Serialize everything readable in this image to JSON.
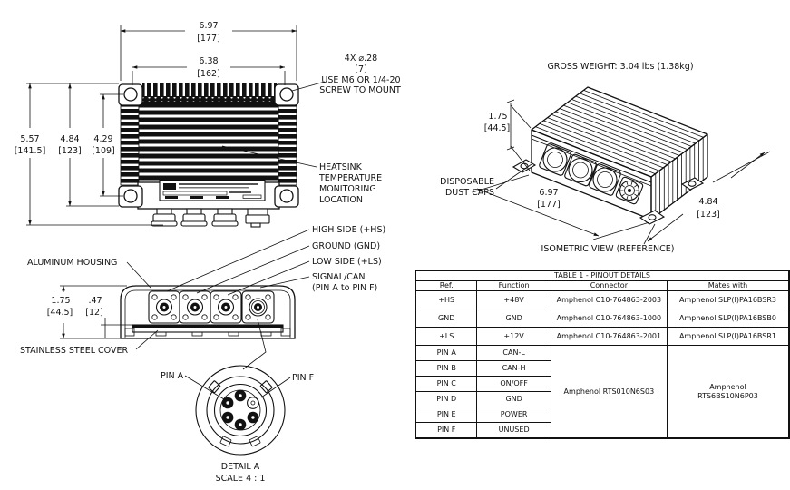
{
  "front_view": {
    "dim_width_in": "6.97",
    "dim_width_mm": "[177]",
    "dim_width_holes_in": "6.38",
    "dim_width_holes_mm": "[162]",
    "dim_height_in": "5.57",
    "dim_height_mm": "[141.5]",
    "dim_height_body_in": "4.84",
    "dim_height_body_mm": "[123]",
    "dim_height_holes_in": "4.29",
    "dim_height_holes_mm": "[109]",
    "mount_note_1": "4X ⌀.28",
    "mount_note_2": "[7]",
    "mount_note_3": "USE M6 OR 1/4-20",
    "mount_note_4": "SCREW TO MOUNT",
    "heatsink_note_1": "HEATSINK",
    "heatsink_note_2": "TEMPERATURE",
    "heatsink_note_3": "MONITORING",
    "heatsink_note_4": "LOCATION"
  },
  "isometric_view": {
    "gross_weight": "GROSS WEIGHT: 3.04 lbs (1.38kg)",
    "caption": "ISOMETRIC VIEW (REFERENCE)",
    "dim_height_in": "1.75",
    "dim_height_mm": "[44.5]",
    "dim_length_in": "6.97",
    "dim_length_mm": "[177]",
    "dim_width_in": "4.84",
    "dim_width_mm": "[123]",
    "dust_caps_1": "DISPOSABLE",
    "dust_caps_2": "DUST CAPS"
  },
  "side_view": {
    "dim_height_in": "1.75",
    "dim_height_mm": "[44.5]",
    "dim_cover_in": ".47",
    "dim_cover_mm": "[12]",
    "label_housing": "ALUMINUM HOUSING",
    "label_cover": "STAINLESS STEEL COVER",
    "label_high_side": "HIGH SIDE (+HS)",
    "label_ground": "GROUND (GND)",
    "label_low_side": "LOW SIDE (+LS)",
    "label_signal_1": "SIGNAL/CAN",
    "label_signal_2": "(PIN A to PIN F)"
  },
  "detail_a": {
    "pin_a": "PIN A",
    "pin_f": "PIN F",
    "title": "DETAIL A",
    "scale": "SCALE 4 : 1"
  },
  "pinout_table": {
    "title": "TABLE 1 - PINOUT DETAILS",
    "headers": [
      "Ref.",
      "Function",
      "Connector",
      "Mates with"
    ],
    "rows": [
      {
        "ref": "+HS",
        "function": "+48V",
        "connector": "Amphenol C10-764863-2003",
        "mates": "Amphenol SLP(I)PA16BSR3"
      },
      {
        "ref": "GND",
        "function": "GND",
        "connector": "Amphenol C10-764863-1000",
        "mates": "Amphenol SLP(I)PA16BSB0"
      },
      {
        "ref": "+LS",
        "function": "+12V",
        "connector": "Amphenol C10-764863-2001",
        "mates": "Amphenol SLP(I)PA16BSR1"
      },
      {
        "ref": "PIN A",
        "function": "CAN-L"
      },
      {
        "ref": "PIN B",
        "function": "CAN-H"
      },
      {
        "ref": "PIN C",
        "function": "ON/OFF"
      },
      {
        "ref": "PIN D",
        "function": "GND"
      },
      {
        "ref": "PIN E",
        "function": "POWER"
      },
      {
        "ref": "PIN F",
        "function": "UNUSED"
      }
    ],
    "signal_connector": "Amphenol RTS010N6S03",
    "signal_mates_1": "Amphenol",
    "signal_mates_2": "RTS6BS10N6P03"
  },
  "colors": {
    "line": "#111111",
    "background": "#ffffff"
  }
}
